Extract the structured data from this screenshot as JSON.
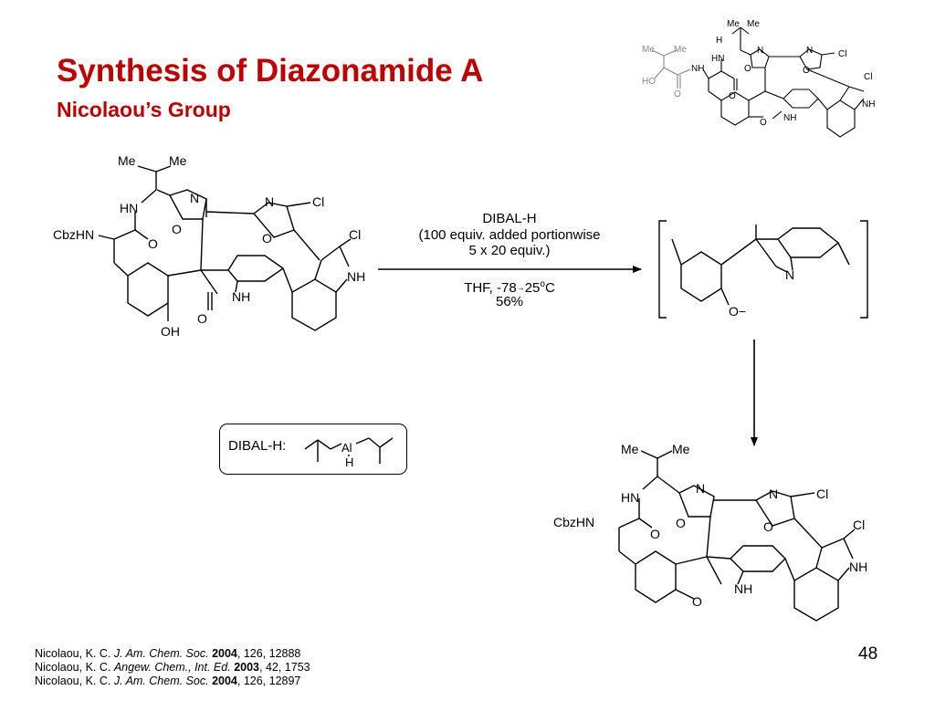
{
  "slide": {
    "title": "Synthesis of Diazonamide A",
    "subtitle": "Nicolaou’s Group",
    "page_number": "48",
    "accent_color": "#c00000"
  },
  "reaction": {
    "reagent_line1": "DIBAL-H",
    "reagent_line2": "(100 equiv. added portionwise",
    "reagent_line3": "5 x 20 equiv.)",
    "conditions_pre": "THF, -78",
    "conditions_arrow": "→",
    "conditions_temp": "25",
    "conditions_degree": "o",
    "conditions_unit": "C",
    "yield": "56%"
  },
  "reagent_box": {
    "label": "DIBAL-H:",
    "metal": "Al",
    "hydride": "H"
  },
  "structure_labels": {
    "me": "Me",
    "hn": "HN",
    "nh": "NH",
    "n": "N",
    "o": "O",
    "cl": "Cl",
    "oh": "OH",
    "cbzhn": "CbzHN",
    "phenoxide": "O−",
    "h": "H",
    "ho": "HO"
  },
  "references": [
    {
      "authors": "Nicolaou, K. C. ",
      "journal": "J. Am. Chem. Soc.",
      "year": "2004",
      "volume_pages": ", 126, 12888"
    },
    {
      "authors": "Nicolaou, K. C. ",
      "journal": "Angew. Chem., Int. Ed.",
      "year": "2003",
      "volume_pages": ", 42, 1753"
    },
    {
      "authors": "Nicolaou, K. C. ",
      "journal": "J. Am. Chem. Soc.",
      "year": "2004",
      "volume_pages": ", 126, 12897"
    }
  ]
}
